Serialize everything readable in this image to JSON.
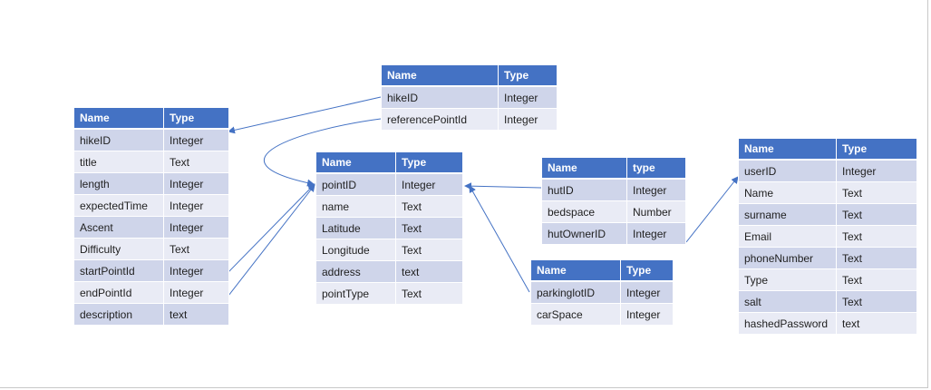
{
  "tables": {
    "hike": {
      "headers": [
        "Name",
        "Type"
      ],
      "rows": [
        [
          "hikeID",
          "Integer"
        ],
        [
          "title",
          "Text"
        ],
        [
          "length",
          "Integer"
        ],
        [
          "expectedTime",
          "Integer"
        ],
        [
          "Ascent",
          "Integer"
        ],
        [
          "Difficulty",
          "Text"
        ],
        [
          "startPointId",
          "Integer"
        ],
        [
          "endPointId",
          "Integer"
        ],
        [
          "description",
          "text"
        ]
      ]
    },
    "hike_reference": {
      "headers": [
        "Name",
        "Type"
      ],
      "rows": [
        [
          "hikeID",
          "Integer"
        ],
        [
          "referencePointId",
          "Integer"
        ]
      ]
    },
    "point": {
      "headers": [
        "Name",
        "Type"
      ],
      "rows": [
        [
          "pointID",
          "Integer"
        ],
        [
          "name",
          "Text"
        ],
        [
          "Latitude",
          "Text"
        ],
        [
          "Longitude",
          "Text"
        ],
        [
          "address",
          "text"
        ],
        [
          "pointType",
          "Text"
        ]
      ]
    },
    "hut": {
      "headers": [
        "Name",
        "type"
      ],
      "rows": [
        [
          "hutID",
          "Integer"
        ],
        [
          "bedspace",
          "Number"
        ],
        [
          "hutOwnerID",
          "Integer"
        ]
      ]
    },
    "parking": {
      "headers": [
        "Name",
        "Type"
      ],
      "rows": [
        [
          "parkinglotID",
          "Integer"
        ],
        [
          "carSpace",
          "Integer"
        ]
      ]
    },
    "user": {
      "headers": [
        "Name",
        "Type"
      ],
      "rows": [
        [
          "userID",
          "Integer"
        ],
        [
          "Name",
          "Text"
        ],
        [
          "surname",
          "Text"
        ],
        [
          "Email",
          "Text"
        ],
        [
          "phoneNumber",
          "Text"
        ],
        [
          "Type",
          "Text"
        ],
        [
          "salt",
          "Text"
        ],
        [
          "hashedPassword",
          "text"
        ]
      ]
    }
  },
  "connector_color": "#4472c4",
  "header_color": "#4472c4",
  "row_colors": [
    "#cfd5ea",
    "#e9ebf5"
  ]
}
